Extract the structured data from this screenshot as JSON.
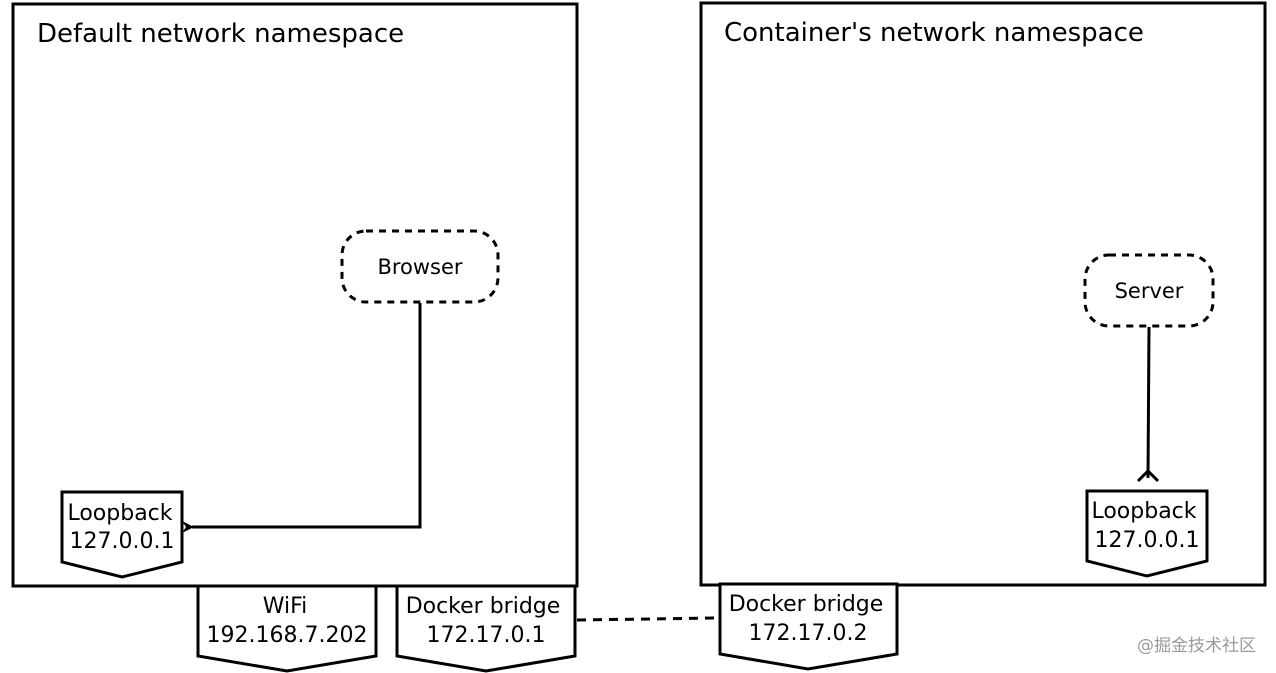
{
  "namespaces": {
    "default": {
      "title": "Default network namespace",
      "process": "Browser",
      "loopback": {
        "name": "Loopback",
        "ip": "127.0.0.1"
      }
    },
    "container": {
      "title": "Container's network namespace",
      "process": "Server",
      "loopback": {
        "name": "Loopback",
        "ip": "127.0.0.1"
      }
    }
  },
  "interfaces": {
    "wifi": {
      "name": "WiFi",
      "ip": "192.168.7.202"
    },
    "host_bridge": {
      "name": "Docker bridge",
      "ip": "172.17.0.1"
    },
    "container_bridge": {
      "name": "Docker bridge",
      "ip": "172.17.0.2"
    }
  },
  "watermark": "@掘金技术社区",
  "colors": {
    "stroke": "#000000",
    "background": "#ffffff",
    "watermark": "#9a9a9a"
  }
}
